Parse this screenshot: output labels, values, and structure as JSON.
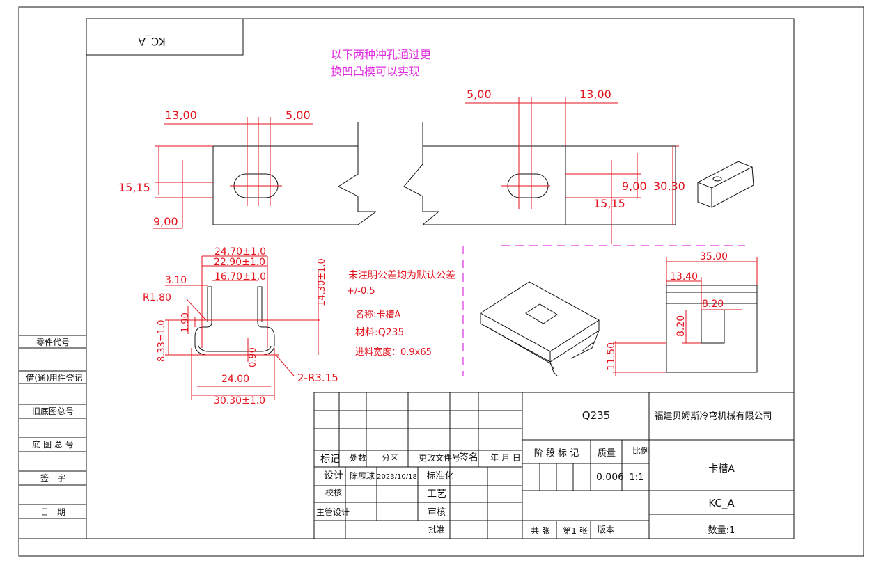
{
  "colors": {
    "dimension": "#e3121c",
    "note": "#e030e0",
    "outline": "#111111",
    "hidden_line": "#e030e0"
  },
  "drawing_code": "KC_A",
  "punch_note": {
    "line1": "以下两种冲孔通过更",
    "line2": "换凹凸模可以实现"
  },
  "top_view": {
    "left": {
      "d_13": "13,00",
      "d_5": "5,00",
      "d_1515": "15,15",
      "d_9": "9,00"
    },
    "right": {
      "d_5": "5,00",
      "d_13": "13,00",
      "d_9": "9,00",
      "d_3030": "30,30",
      "d_1515": "15,15"
    }
  },
  "section_view": {
    "w_247": "24.70±1.0",
    "w_229": "22.90±1.0",
    "w_167": "16.70±1.0",
    "d_31": "3.10",
    "r_18": "R1.80",
    "d_19": "1.90",
    "h_833": "8.33±1.0",
    "h_143": "14.30±1.0",
    "d_09": "0.90",
    "w_24": "24.00",
    "w_303": "30.30±1.0",
    "r_315": "2-R3.15"
  },
  "notes": {
    "tol_line1": "未注明公差均为默认公差",
    "tol_line2": "+/-0.5",
    "name": "名称:卡槽A",
    "material": "材料:Q235",
    "feed": "进料宽度：0.9x65"
  },
  "detail_view": {
    "d_35": "35.00",
    "d_134": "13.40",
    "d_82a": "8.20",
    "d_82b": "8.20",
    "d_115": "11.50"
  },
  "left_column": {
    "part_code": "零件代号",
    "borrow": "借(通)用件登记",
    "old_total": "旧底图总号",
    "base_total": "底 图 总 号",
    "sign": "签　字",
    "date": "日　期"
  },
  "title_block": {
    "material": "Q235",
    "company": "福建贝姆斯冷弯机械有限公司",
    "h_mark": "标记",
    "h_count": "处数",
    "h_zone": "分区",
    "h_docno": "更改文件号",
    "h_sign": "签名",
    "h_date": "年 月 日",
    "h_stage": "阶 段 标 记",
    "h_mass": "质量",
    "h_scale": "比例",
    "design_label": "设计",
    "designer": "陈展球",
    "design_date": "2023/10/18",
    "std_label": "标准化",
    "check_label": "校核",
    "process_label": "工艺",
    "chief_label": "主管设计",
    "review_label": "审核",
    "approve_label": "批准",
    "mass": "0.006",
    "scale": "1:1",
    "part_name": "卡槽A",
    "part_code": "KC_A",
    "sheets_total": "共 张",
    "sheet_no": "第1 张",
    "version": "版本",
    "quantity": "数量:1"
  }
}
